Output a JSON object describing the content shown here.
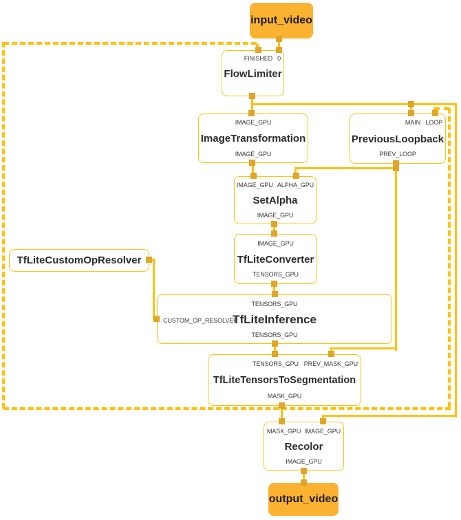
{
  "diagram": {
    "colors": {
      "edge_yellow": "#FFC10E",
      "port_square": "#DFA62B",
      "terminal_fill": "#FBB231",
      "title_text": "#2b2b2b"
    },
    "terminals": {
      "input": {
        "label": "input_video"
      },
      "output": {
        "label": "output_video"
      }
    },
    "nodes": {
      "flow_limiter": {
        "title": "FlowLimiter",
        "in1": "FINISHED",
        "in2": "0"
      },
      "image_transformation": {
        "title": "ImageTransformation",
        "in": "IMAGE_GPU",
        "out": "IMAGE_GPU"
      },
      "previous_loopback": {
        "title": "PreviousLoopback",
        "in1": "MAIN",
        "in2": "LOOP",
        "out": "PREV_LOOP"
      },
      "set_alpha": {
        "title": "SetAlpha",
        "in1": "IMAGE_GPU",
        "in2": "ALPHA_GPU",
        "out": "IMAGE_GPU"
      },
      "tflite_converter": {
        "title": "TfLiteConverter",
        "in": "IMAGE_GPU",
        "out": "TENSORS_GPU"
      },
      "tflite_custom_op_resolver": {
        "title": "TfLiteCustomOpResolver"
      },
      "tflite_inference": {
        "title": "TfLiteInference",
        "in": "TENSORS_GPU",
        "side": "CUSTOM_OP_RESOLVER",
        "out": "TENSORS_GPU"
      },
      "tflite_tensors_to_segmentation": {
        "title": "TfLiteTensorsToSegmentation",
        "in1": "TENSORS_GPU",
        "in2": "PREV_MASK_GPU",
        "out": "MASK_GPU"
      },
      "recolor": {
        "title": "Recolor",
        "in1": "MASK_GPU",
        "in2": "IMAGE_GPU",
        "out": "IMAGE_GPU"
      }
    }
  }
}
